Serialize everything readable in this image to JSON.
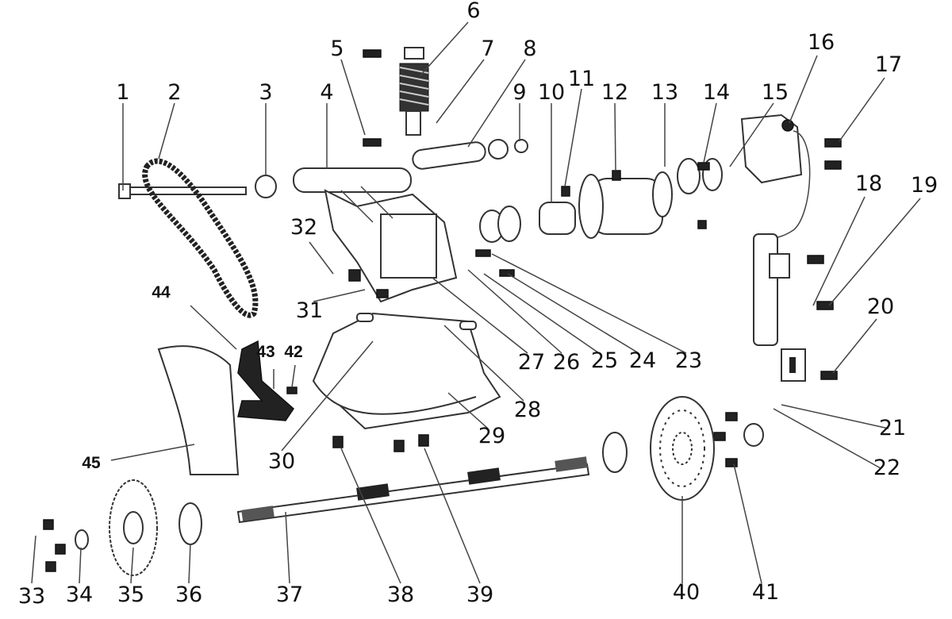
{
  "diagram": {
    "title": "",
    "labels": [
      "1",
      "2",
      "3",
      "4",
      "5",
      "6",
      "7",
      "8",
      "9",
      "10",
      "11",
      "12",
      "13",
      "14",
      "15",
      "16",
      "17",
      "18",
      "19",
      "20",
      "21",
      "22",
      "23",
      "24",
      "25",
      "26",
      "27",
      "28",
      "29",
      "30",
      "31",
      "32",
      "33",
      "34",
      "35",
      "36",
      "37",
      "38",
      "39",
      "40",
      "41",
      "42",
      "43",
      "44",
      "45"
    ]
  }
}
